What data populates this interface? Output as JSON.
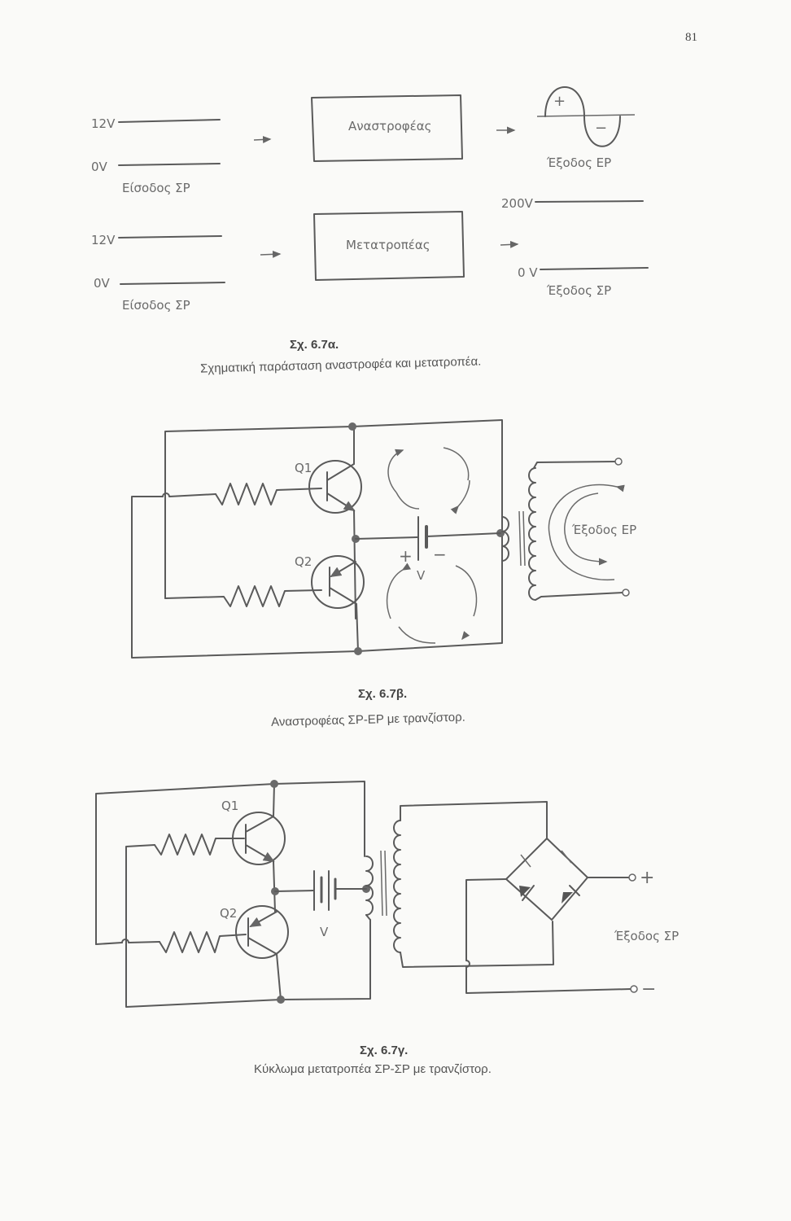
{
  "page_number": "81",
  "fig_a": {
    "inverter": {
      "in_high": "12V",
      "in_low": "0V",
      "input_label": "Είσοδος ΣΡ",
      "box_label": "Αναστροφέας",
      "plus": "+",
      "minus": "−",
      "output_label": "Έξοδος ΕΡ"
    },
    "converter": {
      "in_high": "12V",
      "in_low": "0V",
      "input_label": "Είσοδος ΣΡ",
      "box_label": "Μετατροπέας",
      "out_high": "200V",
      "out_low": "0 V",
      "output_label": "Έξοδος ΣΡ"
    },
    "caption_number": "Σχ. 6.7α.",
    "caption_text": "Σχηματική παράσταση αναστροφέα και μετατροπέα."
  },
  "fig_b": {
    "q1": "Q1",
    "q2": "Q2",
    "plus": "+",
    "minus": "−",
    "v": "V",
    "output_label": "Έξοδος ΕΡ",
    "caption_number": "Σχ. 6.7β.",
    "caption_text": "Αναστροφέας ΣΡ-ΕΡ με τρανζίστορ."
  },
  "fig_c": {
    "q1": "Q1",
    "q2": "Q2",
    "v": "V",
    "plus": "+",
    "minus": "−",
    "output_label": "Έξοδος ΣΡ",
    "caption_number": "Σχ. 6.7γ.",
    "caption_text": "Κύκλωμα μετατροπέα ΣΡ-ΣΡ με τρανζίστορ."
  }
}
